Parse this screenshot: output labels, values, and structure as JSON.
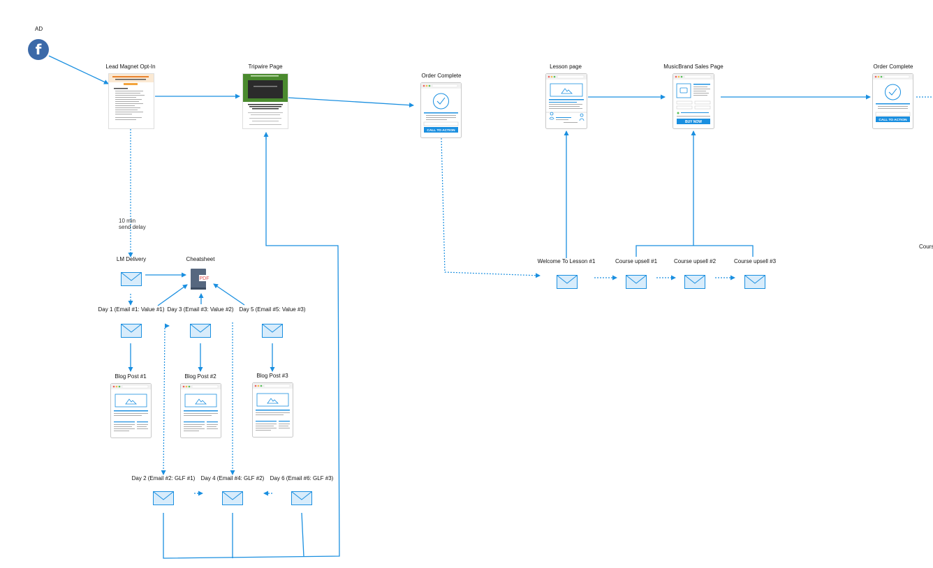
{
  "ad": {
    "label": "AD",
    "icon": "facebook-icon"
  },
  "pages": {
    "lead_magnet": "Lead Magnet Opt-In",
    "tripwire": "Tripwire Page",
    "order_complete_1": "Order Complete",
    "lesson_page": "Lesson page",
    "sales_page": "MusicBrand Sales Page",
    "order_complete_2": "Order Complete"
  },
  "page_ui": {
    "cta_label": "CALL TO ACTION",
    "buy_label": "BUY NOW",
    "pdf_label": "PDF"
  },
  "delay_note": [
    "10 min",
    "send delay"
  ],
  "emails": {
    "lm_delivery": "LM Delivery",
    "cheatsheet": "Cheatsheet",
    "day1": "Day 1 (Email #1: Value #1)",
    "day3": "Day 3 (Email #3: Value #2)",
    "day5": "Day 5 (Email #5: Value #3)",
    "day2": "Day 2 (Email #2: GLF #1)",
    "day4": "Day 4 (Email #4: GLF #2)",
    "day6": "Day 6 (Email #6: GLF #3)",
    "welcome": "Welcome To Lesson #1",
    "upsell1": "Course upsell #1",
    "upsell2": "Course upsell #2",
    "upsell3": "Course upsell #3",
    "cut_label": "Cours"
  },
  "blog_posts": {
    "post1": "Blog Post #1",
    "post2": "Blog Post #2",
    "post3": "Blog Post #3"
  },
  "colors": {
    "connector": "#1a8fe0",
    "envelope_fill": "#d8ecfb",
    "facebook": "#3b69a8",
    "button": "#1a8fe0",
    "tripwire_green": "#4a8a2e"
  }
}
